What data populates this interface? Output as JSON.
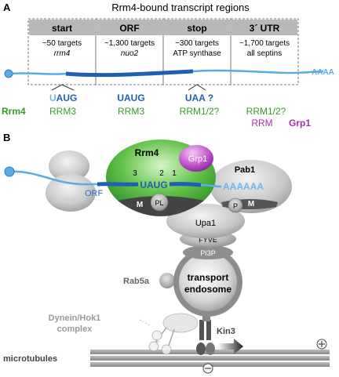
{
  "panel_a": {
    "label": "A",
    "title": "Rrm4-bound transcript regions",
    "regions": [
      {
        "name": "start",
        "count": "~50 targets",
        "example": "rrm4"
      },
      {
        "name": "ORF",
        "count": "~1,300 targets",
        "example": "nuo2"
      },
      {
        "name": "stop",
        "count": "~300 targets",
        "example": "ATP synthase"
      },
      {
        "name": "3´ UTR",
        "count": "~1,700 targets",
        "example": "all septins"
      }
    ],
    "polya": "AAAA",
    "motifs": {
      "start_u": "U",
      "start_aug": "AUG",
      "orf": "UAUG",
      "stop": "UAA ?"
    },
    "binders": {
      "row_label": "Rrm4",
      "start": "RRM3",
      "orf": "RRM3",
      "stop": "RRM1/2?",
      "utr": "RRM1/2?",
      "utr_rrm": "RRM",
      "utr_grp1": "Grp1"
    }
  },
  "panel_b": {
    "label": "B",
    "rrm4": "Rrm4",
    "grp1": "Grp1",
    "rrm_numbers": [
      "3",
      "2",
      "1"
    ],
    "motif": "UAUG",
    "orf": "ORF",
    "pab1": "Pab1",
    "polya": "AAAAAA",
    "m_left": "M",
    "pl": "PL",
    "p": "P",
    "m_right": "M",
    "upa1": "Upa1",
    "fyve": "FYVE",
    "pi3p": "PI3P",
    "endosome_line1": "transport",
    "endosome_line2": "endosome",
    "rab5a": "Rab5a",
    "dynein_line1": "Dynein/Hok1",
    "dynein_line2": "complex",
    "kin3": "Kin3",
    "microtubules": "microtubules"
  },
  "colors": {
    "rna_light": "#5aace6",
    "rna_dark": "#1f5fb3",
    "green": "#3a9b2a",
    "magenta": "#a632b0",
    "grey_box": "#b9b9b9"
  }
}
